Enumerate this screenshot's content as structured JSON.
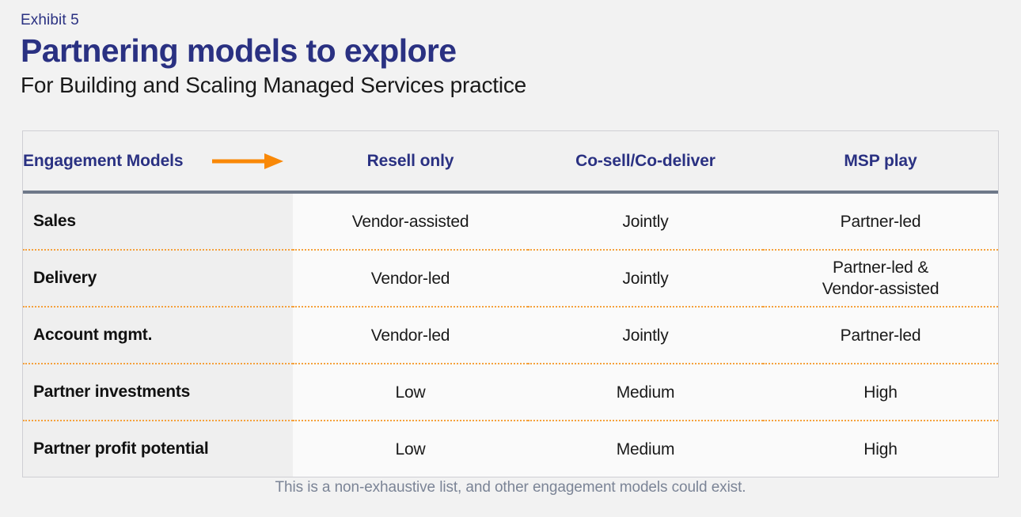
{
  "header": {
    "exhibit_label": "Exhibit 5",
    "title": "Partnering models to explore",
    "subtitle": "For Building and Scaling Managed Services practice"
  },
  "colors": {
    "brand_navy": "#2a3182",
    "accent_orange": "#F98807",
    "divider_orange": "#f5a13c",
    "header_rule": "#6e7889",
    "page_bg": "#f2f2f2",
    "label_col_bg": "#efefef",
    "data_col_bg": "#fafafa",
    "footnote_grey": "#7b8496"
  },
  "table": {
    "row_header_label": "Engagement Models",
    "arrow_icon": "right-arrow-icon",
    "columns": [
      "Resell only",
      "Co-sell/Co-deliver",
      "MSP play"
    ],
    "rows": [
      {
        "label": "Sales",
        "cells": [
          {
            "lines": [
              "Vendor-assisted"
            ]
          },
          {
            "lines": [
              "Jointly"
            ]
          },
          {
            "lines": [
              "Partner-led"
            ]
          }
        ]
      },
      {
        "label": "Delivery",
        "cells": [
          {
            "lines": [
              "Vendor-led"
            ]
          },
          {
            "lines": [
              "Jointly"
            ]
          },
          {
            "lines": [
              "Partner-led &",
              "Vendor-assisted"
            ]
          }
        ]
      },
      {
        "label": "Account mgmt.",
        "cells": [
          {
            "lines": [
              "Vendor-led"
            ]
          },
          {
            "lines": [
              "Jointly"
            ]
          },
          {
            "lines": [
              "Partner-led"
            ]
          }
        ]
      },
      {
        "label": "Partner investments",
        "cells": [
          {
            "lines": [
              "Low"
            ]
          },
          {
            "lines": [
              "Medium"
            ]
          },
          {
            "lines": [
              "High"
            ]
          }
        ]
      },
      {
        "label": "Partner profit potential",
        "cells": [
          {
            "lines": [
              "Low"
            ]
          },
          {
            "lines": [
              "Medium"
            ]
          },
          {
            "lines": [
              "High"
            ]
          }
        ]
      }
    ]
  },
  "footnote": {
    "text": "This is a non-exhaustive list, and other engagement models could exist."
  }
}
